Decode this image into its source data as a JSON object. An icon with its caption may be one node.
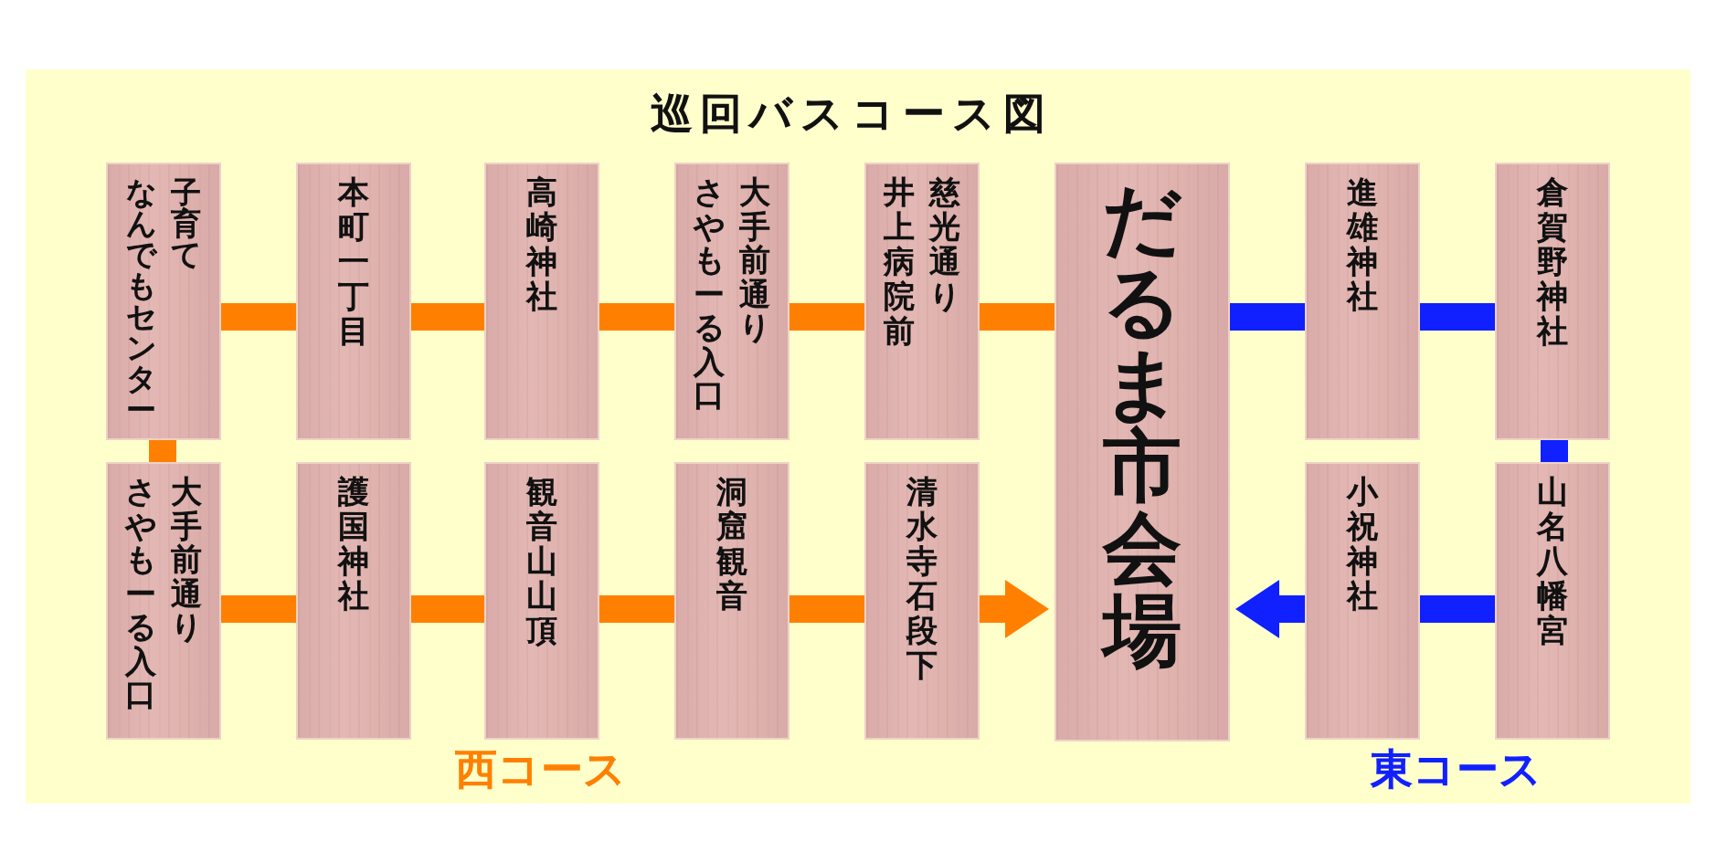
{
  "diagram": {
    "title": "巡回バスコース図",
    "nodes": [
      {
        "text": [
          "子育てなんでもセンター"
        ]
      },
      {
        "text": [
          "本町一丁目"
        ]
      },
      {
        "text": [
          "高崎神社"
        ]
      },
      {
        "text": [
          "大手前通りさやもーる入口"
        ]
      },
      {
        "text": [
          "慈光通り井上病院前"
        ]
      },
      {
        "text": [
          "だるま市会場"
        ]
      },
      {
        "text": [
          "進雄神社"
        ]
      },
      {
        "text": [
          "倉賀野神社"
        ]
      },
      {
        "text": [
          "大手前通りさやもーる入口"
        ]
      },
      {
        "text": [
          "護国神社"
        ]
      },
      {
        "text": [
          "観音山山頂"
        ]
      },
      {
        "text": [
          "洞窟観音"
        ]
      },
      {
        "text": [
          "清水寺石段下"
        ]
      },
      {
        "text": [
          "小祝神社"
        ]
      },
      {
        "text": [
          "山名八幡宮"
        ]
      }
    ],
    "edges": [
      {
        "from": 5,
        "to": 4,
        "arrow": "none"
      },
      {
        "from": 4,
        "to": 3,
        "arrow": "none"
      },
      {
        "from": 3,
        "to": 2,
        "arrow": "none"
      },
      {
        "from": 2,
        "to": 1,
        "arrow": "none"
      },
      {
        "from": 1,
        "to": 0,
        "arrow": "none"
      },
      {
        "from": 0,
        "to": 8,
        "arrow": "none"
      },
      {
        "from": 8,
        "to": 9,
        "arrow": "none"
      },
      {
        "from": 9,
        "to": 10,
        "arrow": "none"
      },
      {
        "from": 10,
        "to": 11,
        "arrow": "none"
      },
      {
        "from": 11,
        "to": 12,
        "arrow": "none"
      },
      {
        "from": 12,
        "to": 5,
        "arrow": "to"
      },
      {
        "from": 5,
        "to": 6,
        "arrow": "none",
        "color": "#1020ff"
      },
      {
        "from": 6,
        "to": 7,
        "arrow": "none",
        "color": "#1020ff"
      },
      {
        "from": 7,
        "to": 14,
        "arrow": "none",
        "color": "#1020ff"
      },
      {
        "from": 14,
        "to": 13,
        "arrow": "none",
        "color": "#1020ff"
      },
      {
        "from": 13,
        "to": 5,
        "arrow": "to",
        "color": "#1020ff"
      }
    ],
    "labels": [
      "西コース",
      "東コース"
    ]
  }
}
